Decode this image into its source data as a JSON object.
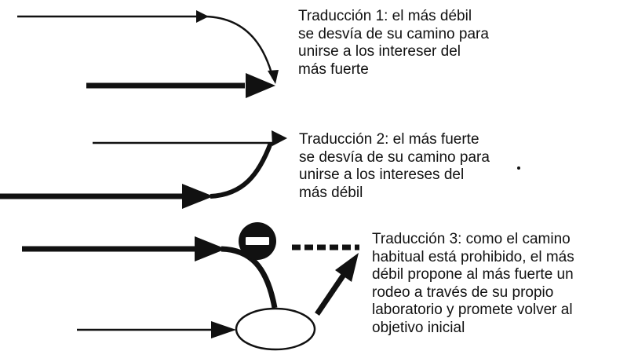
{
  "translations": [
    {
      "lines": [
        "Traducción 1: el más débil",
        "se desvía de su camino para",
        "unirse a los intereser del",
        "más fuerte"
      ]
    },
    {
      "lines": [
        "Traducción 2: el más fuerte",
        "se desvía de su camino para",
        "unirse a los intereses del",
        "más débil"
      ]
    },
    {
      "lines": [
        "Traducción 3: como el camino",
        "habitual está prohibido, el más",
        "débil propone al más fuerte un",
        "rodeo a través de su propio",
        "laboratorio y promete volver al",
        "objetivo inicial"
      ]
    }
  ],
  "colors": {
    "ink": "#111111",
    "background": "#ffffff"
  },
  "icons": {
    "prohibition": "no-entry-icon",
    "laboratory": "ellipse-lab-icon"
  }
}
